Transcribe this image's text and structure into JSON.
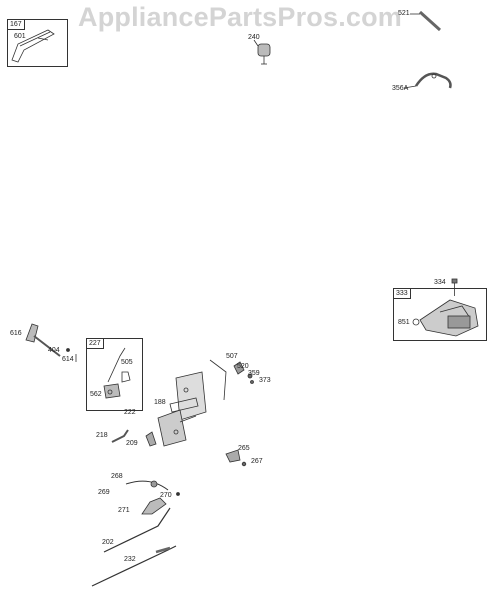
{
  "watermark": "AppliancePartsPros.com",
  "boxes": {
    "b167": "167",
    "b227": "227",
    "b333": "333"
  },
  "labels": {
    "p601": "601",
    "p240": "240",
    "p521": "521",
    "p356A": "356A",
    "p334": "334",
    "p851": "851",
    "p616": "616",
    "p404": "404",
    "p614": "614",
    "p505": "505",
    "p562": "562",
    "p507": "507",
    "p520": "520",
    "p359": "359",
    "p373": "373",
    "p188": "188",
    "p222": "222",
    "p218": "218",
    "p209": "209",
    "p265": "265",
    "p267": "267",
    "p268": "268",
    "p269": "269",
    "p270": "270",
    "p271": "271",
    "p202": "202",
    "p232": "232"
  }
}
